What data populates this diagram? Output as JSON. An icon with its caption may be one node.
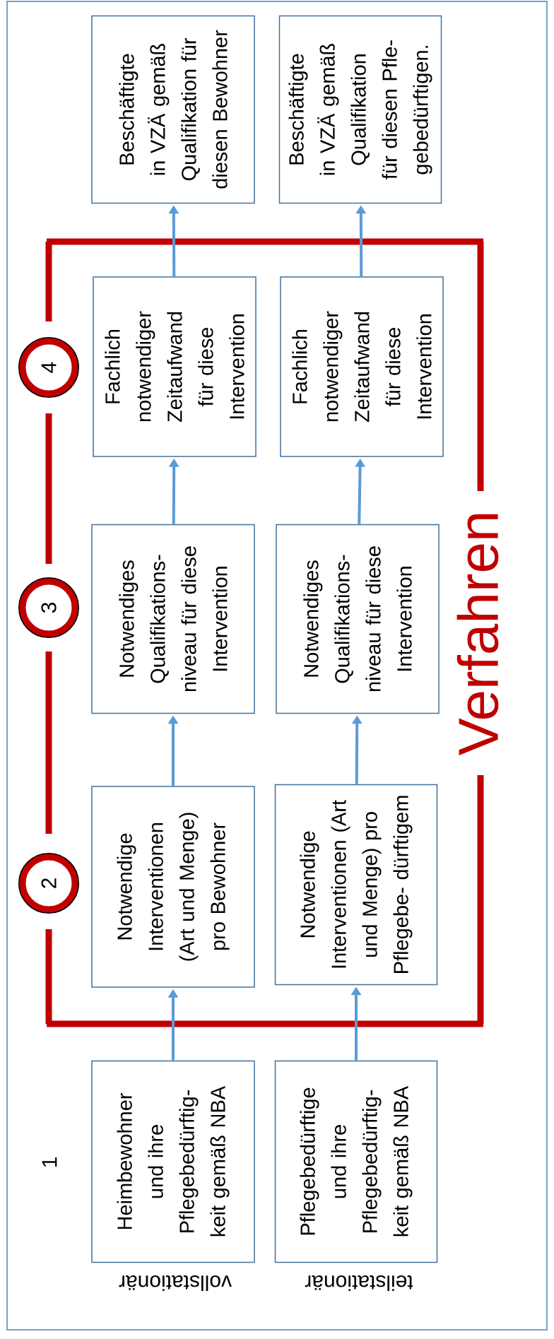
{
  "diagram": {
    "nodes": [
      {
        "text": [
          "Heimbewohner und ihre Pflegebedürftig- keit gemäß NBA"
        ]
      },
      {
        "text": [
          "Pflegebedürftige und ihre Pflegebedürftig- keit gemäß NBA"
        ]
      },
      {
        "text": [
          "Notwendige Interventionen (Art und Menge) pro Bewohner"
        ]
      },
      {
        "text": [
          "Notwendige Interventionen (Art und Menge) pro Pflegebe- dürftigem"
        ]
      },
      {
        "text": [
          "Notwendiges Qualifikations- niveau für diese Intervention"
        ]
      },
      {
        "text": [
          "Notwendiges Qualifikations- niveau für diese Intervention"
        ]
      },
      {
        "text": [
          "Fachlich notwendiger Zeitaufwand für diese Intervention"
        ]
      },
      {
        "text": [
          "Fachlich notwendiger Zeitaufwand für diese Intervention"
        ]
      },
      {
        "text": [
          "Beschäftigte in VZÄ gemäß Qualifikation für diesen Bewohner"
        ]
      },
      {
        "text": [
          "Beschäftigte in VZÄ gemäß Qualifikation für diesen Pfle- gebedürftigen."
        ]
      },
      {
        "text": [
          "2"
        ]
      },
      {
        "text": [
          "3"
        ]
      },
      {
        "text": [
          "4"
        ]
      }
    ],
    "edges": [
      {
        "from": 0,
        "to": 2,
        "arrow": "to"
      },
      {
        "from": 2,
        "to": 4,
        "arrow": "to"
      },
      {
        "from": 4,
        "to": 6,
        "arrow": "to"
      },
      {
        "from": 6,
        "to": 8,
        "arrow": "to"
      },
      {
        "from": 1,
        "to": 3,
        "arrow": "to"
      },
      {
        "from": 3,
        "to": 5,
        "arrow": "to"
      },
      {
        "from": 5,
        "to": 7,
        "arrow": "to"
      },
      {
        "from": 7,
        "to": 9,
        "arrow": "to"
      }
    ],
    "labels": [
      "1",
      "vollstationär",
      "teilstationär",
      "Verfahren"
    ]
  }
}
